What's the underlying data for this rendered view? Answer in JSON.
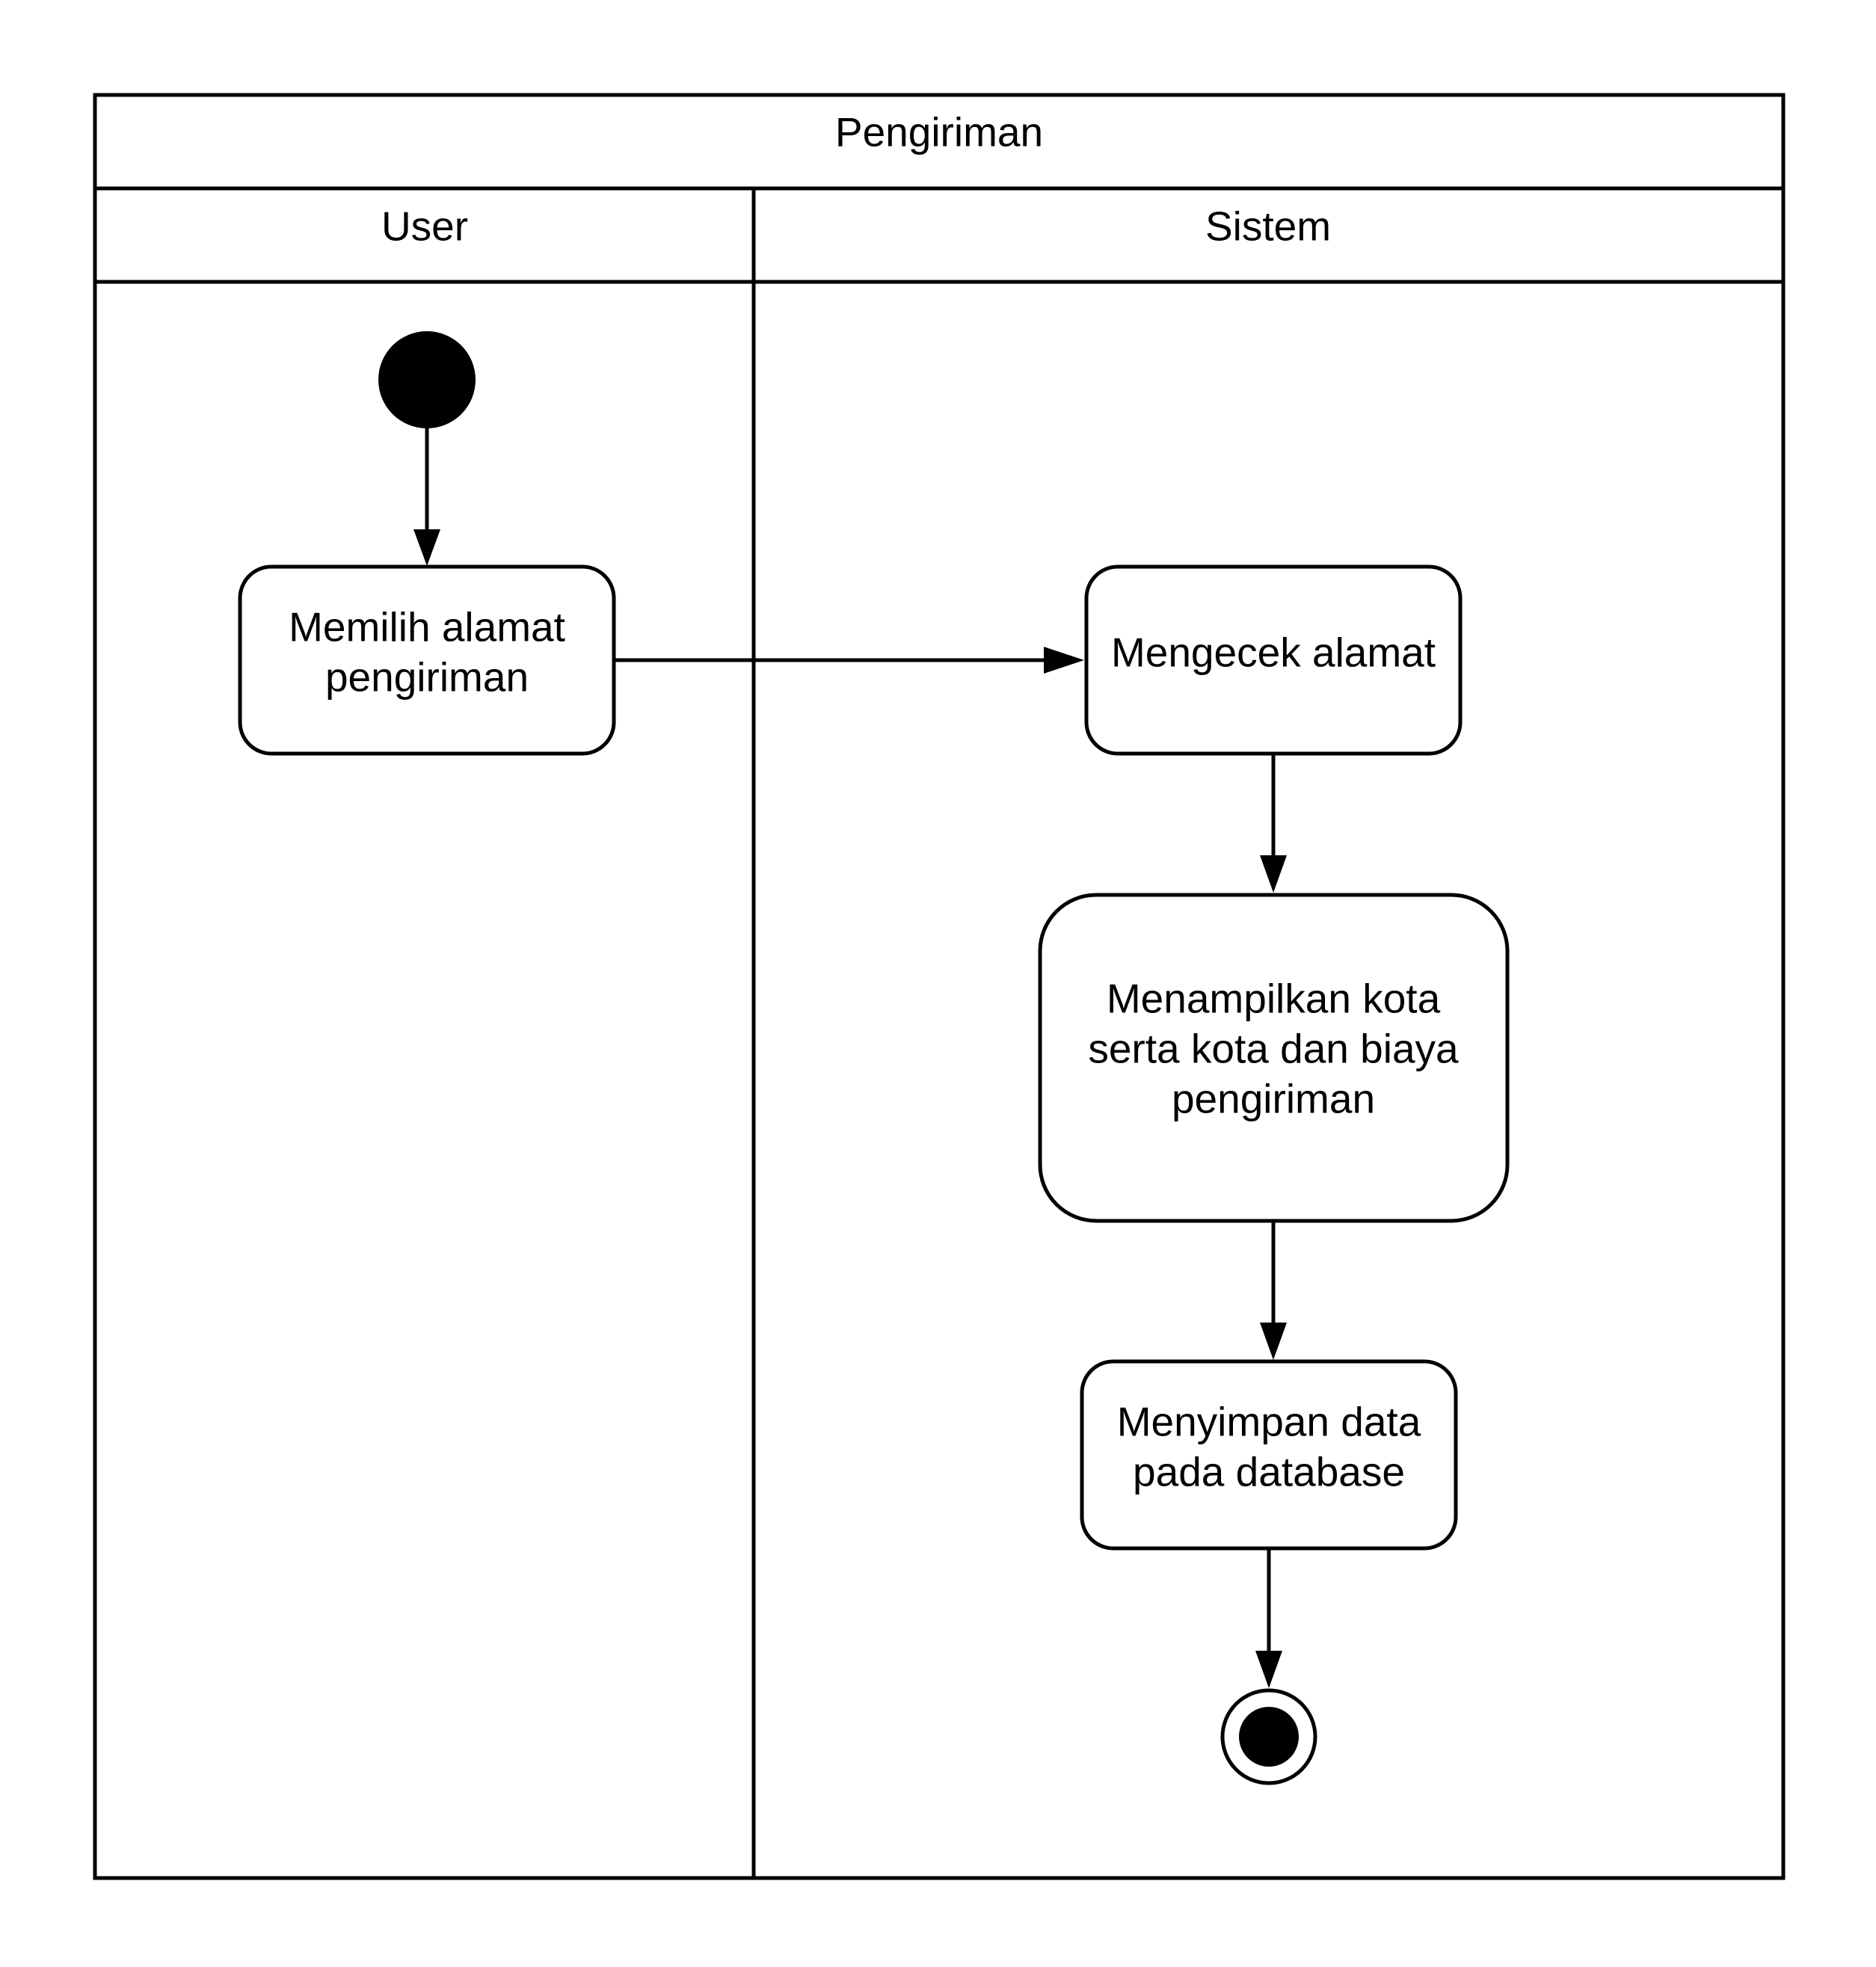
{
  "diagram": {
    "title": "Pengiriman",
    "lanes": [
      {
        "id": "user",
        "label": "User"
      },
      {
        "id": "sistem",
        "label": "Sistem"
      }
    ],
    "nodes": [
      {
        "id": "start",
        "kind": "initial",
        "lane": "user"
      },
      {
        "id": "pilih-alamat",
        "kind": "action",
        "lane": "user",
        "lines": [
          "Memilih alamat",
          "pengiriman"
        ]
      },
      {
        "id": "cek-alamat",
        "kind": "action",
        "lane": "sistem",
        "lines": [
          "Mengecek alamat"
        ]
      },
      {
        "id": "tampil-kota",
        "kind": "action",
        "lane": "sistem",
        "lines": [
          "Menampilkan kota",
          "serta kota dan biaya",
          "pengiriman"
        ]
      },
      {
        "id": "simpan-data",
        "kind": "action",
        "lane": "sistem",
        "lines": [
          "Menyimpan data",
          "pada database"
        ]
      },
      {
        "id": "end",
        "kind": "final",
        "lane": "sistem"
      }
    ],
    "edges": [
      {
        "from": "start",
        "to": "pilih-alamat"
      },
      {
        "from": "pilih-alamat",
        "to": "cek-alamat"
      },
      {
        "from": "cek-alamat",
        "to": "tampil-kota"
      },
      {
        "from": "tampil-kota",
        "to": "simpan-data"
      },
      {
        "from": "simpan-data",
        "to": "end"
      }
    ],
    "colors": {
      "stroke": "#000000",
      "fill": "#ffffff"
    }
  }
}
